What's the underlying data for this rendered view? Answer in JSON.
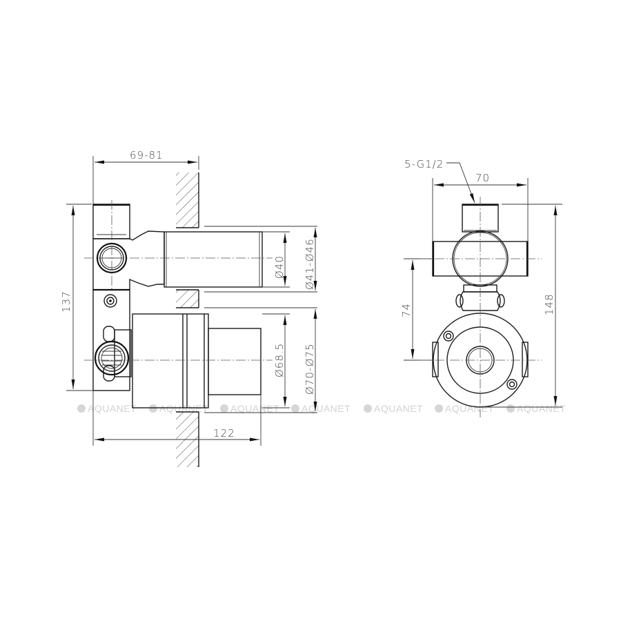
{
  "drawing": {
    "side_view": {
      "dim_top_width": "69-81",
      "dim_left_height": "137",
      "dim_bottom_width": "122",
      "dim_diam_small": "Ø40",
      "dim_diam_small_range": "Ø41-Ø46",
      "dim_diam_large": "Ø68.5",
      "dim_diam_large_range": "Ø70-Ø75"
    },
    "front_view": {
      "thread_callout": "5-G1/2",
      "dim_top_width": "70",
      "dim_left_height": "74",
      "dim_right_height": "148"
    },
    "watermark": {
      "text": "AQUANET",
      "count": 7
    }
  }
}
